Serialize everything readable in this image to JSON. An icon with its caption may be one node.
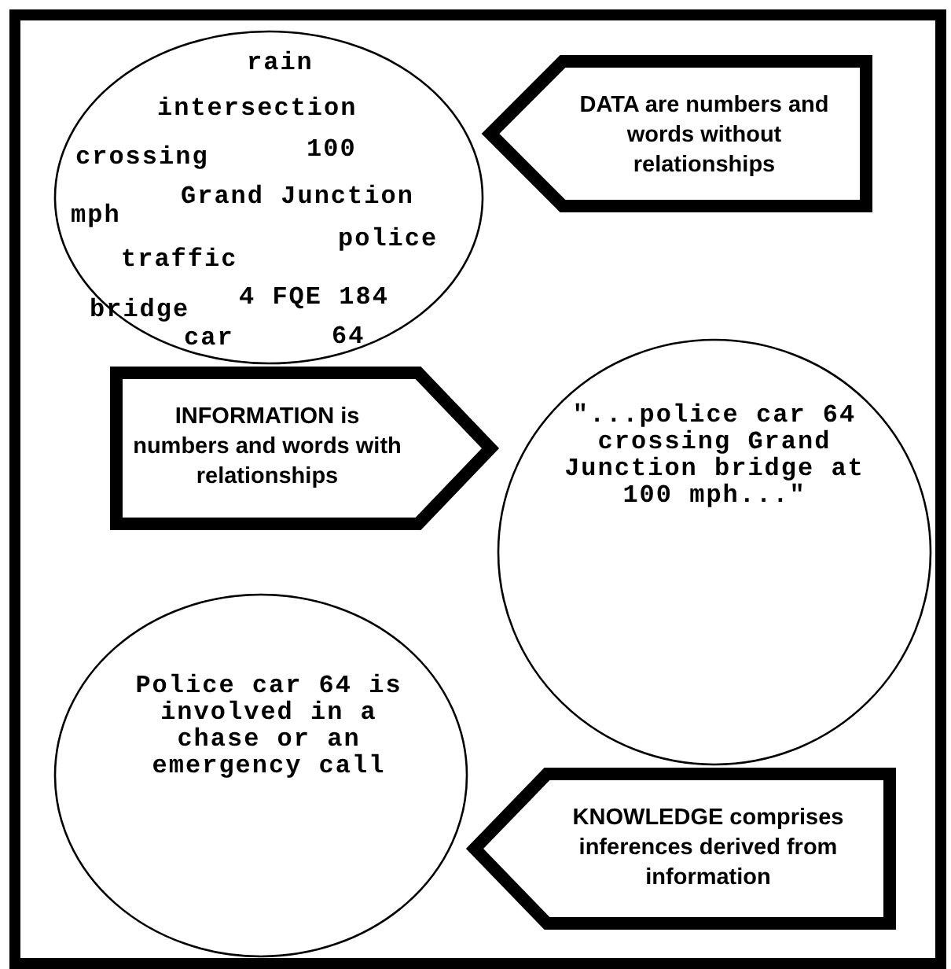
{
  "diagram": {
    "nodes": [
      {
        "text": [
          "rain",
          "intersection",
          "100",
          "crossing",
          "Grand Junction",
          "mph",
          "police",
          "traffic",
          "4 FQE 184",
          "bridge",
          "car",
          "64"
        ]
      },
      {
        "text": [
          "DATA are numbers and words without relationships"
        ]
      },
      {
        "text": [
          "\"...police car 64 crossing Grand Junction bridge at 100 mph...\""
        ]
      },
      {
        "text": [
          "INFORMATION is numbers and words with relationships"
        ]
      },
      {
        "text": [
          "Police car 64 is involved in a chase or an emergency call"
        ]
      },
      {
        "text": [
          "KNOWLEDGE comprises inferences derived from information"
        ]
      }
    ]
  }
}
